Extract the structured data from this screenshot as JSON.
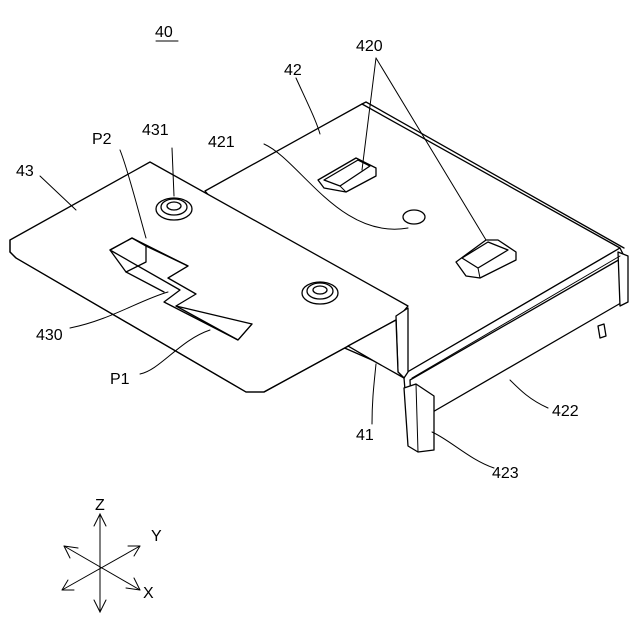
{
  "figure": {
    "main_ref": "40",
    "labels": {
      "l420": "420",
      "l42": "42",
      "l431": "431",
      "lP2": "P2",
      "l421": "421",
      "l43": "43",
      "l430": "430",
      "lP1": "P1",
      "l41": "41",
      "l422": "422",
      "l423": "423"
    },
    "axes": {
      "z": "Z",
      "y": "Y",
      "x": "X"
    }
  }
}
